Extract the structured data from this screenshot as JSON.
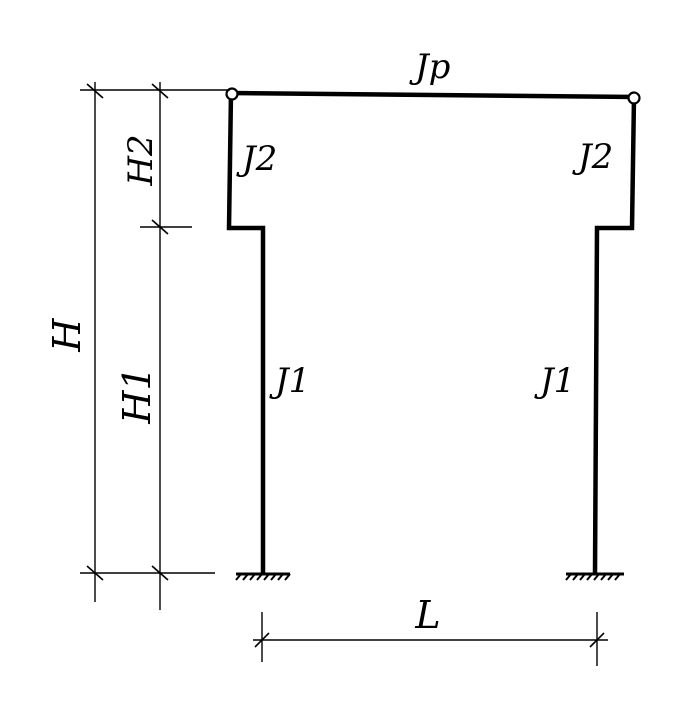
{
  "labels": {
    "beam_inertia": "Jp",
    "upper_left_inertia": "J2",
    "upper_right_inertia": "J2",
    "lower_left_inertia": "J1",
    "lower_right_inertia": "J1",
    "total_height": "H",
    "upper_height": "H2",
    "lower_height": "H1",
    "span": "L"
  }
}
